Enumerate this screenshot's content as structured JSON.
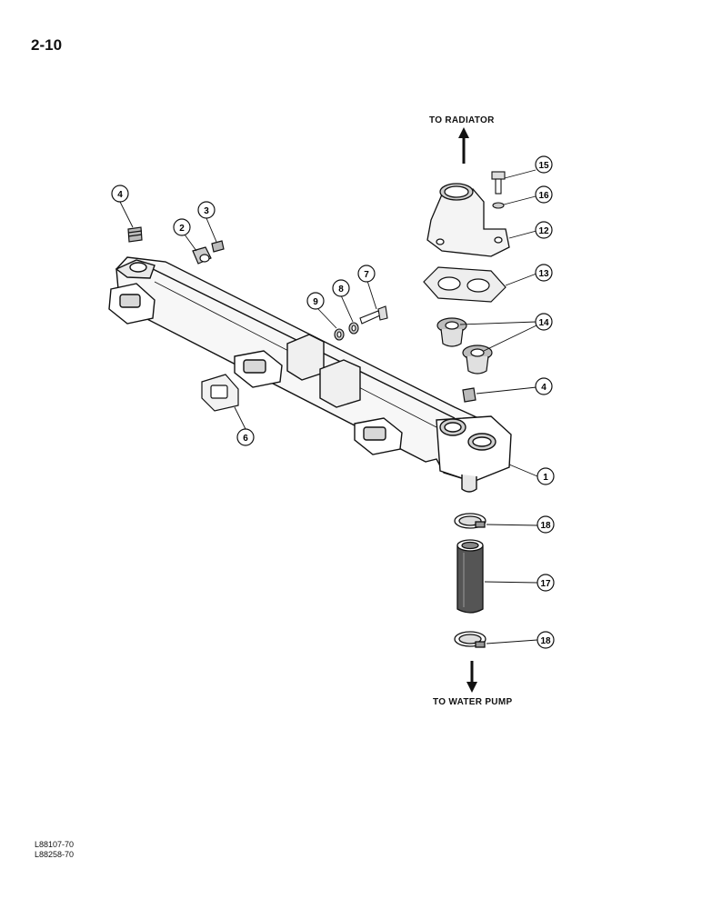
{
  "page_number": "2-10",
  "labels": {
    "to_radiator": "TO RADIATOR",
    "to_water_pump": "TO WATER PUMP"
  },
  "footer_codes": [
    "L88107-70",
    "L88258-70"
  ],
  "callouts": [
    {
      "id": "c4a",
      "text": "4"
    },
    {
      "id": "c2",
      "text": "2"
    },
    {
      "id": "c3",
      "text": "3"
    },
    {
      "id": "c15",
      "text": "15"
    },
    {
      "id": "c16",
      "text": "16"
    },
    {
      "id": "c12",
      "text": "12"
    },
    {
      "id": "c13",
      "text": "13"
    },
    {
      "id": "c7",
      "text": "7"
    },
    {
      "id": "c8",
      "text": "8"
    },
    {
      "id": "c9",
      "text": "9"
    },
    {
      "id": "c14",
      "text": "14"
    },
    {
      "id": "c4b",
      "text": "4"
    },
    {
      "id": "c6",
      "text": "6"
    },
    {
      "id": "c1",
      "text": "1"
    },
    {
      "id": "c18a",
      "text": "18"
    },
    {
      "id": "c17",
      "text": "17"
    },
    {
      "id": "c18b",
      "text": "18"
    }
  ]
}
